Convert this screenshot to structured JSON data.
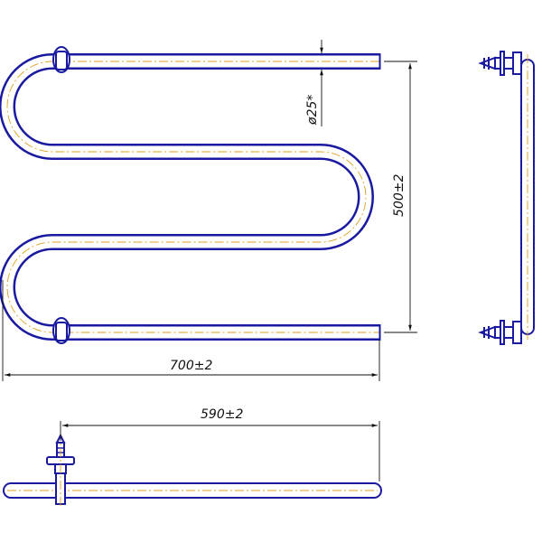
{
  "colors": {
    "tube": "#1a1aa0",
    "centerline": "#e0a020",
    "dimension": "#111111",
    "background": "#ffffff"
  },
  "dimensions": {
    "diameter": "ø25*",
    "height": "500±2",
    "width": "700±2",
    "mount_spacing": "590±2"
  }
}
